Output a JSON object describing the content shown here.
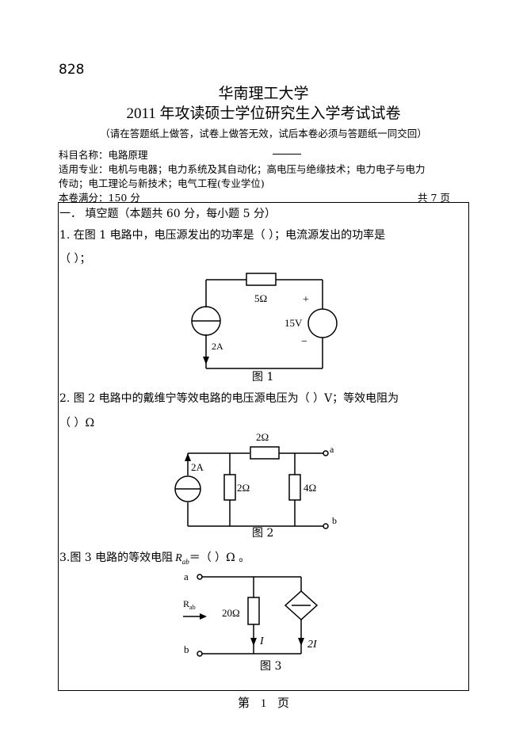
{
  "header": {
    "code": "828",
    "university": "华南理工大学",
    "exam_title": "2011 年攻读硕士学位研究生入学考试试卷",
    "instructions": "（请在答题纸上做答，试卷上做答无效，试后本卷必须与答题纸一同交回）"
  },
  "meta": {
    "subject": "科目名称：电路原理",
    "majors_line1": "适用专业：电机与电器；电力系统及其自动化；高电压与绝缘技术；电力电子与电力",
    "majors_line2": "传动；电工理论与新技术；电气工程(专业学位)",
    "full_score": "本卷满分：150 分",
    "total_pages": "共 7 页"
  },
  "section": {
    "title": "一．  填空题（本题共 60 分，每小题 5 分）"
  },
  "questions": {
    "q1_line1": "1.  在图  1  电路中，电压源发出的功率是（          ）；电流源发出的功率是",
    "q1_line2": "（          ）；",
    "q2_line1": "2. 图 2 电路中的戴维宁等效电路的电压源电压为（          ）V；等效电阻为",
    "q2_line2": "（       ）Ω",
    "q3_pre": "3.图 3 电路的等效电阻",
    "q3_var": "R",
    "q3_sub": "ab",
    "q3_post": "＝（          ）Ω 。"
  },
  "figure1": {
    "resistor": "5Ω",
    "voltage": "15V",
    "plus": "+",
    "minus": "−",
    "current": "2A",
    "caption": "图 1"
  },
  "figure2": {
    "r_top": "2Ω",
    "r_mid": "2Ω",
    "r_right": "4Ω",
    "source": "2A",
    "node_a": "a",
    "node_b": "b",
    "caption": "图 2"
  },
  "figure3": {
    "node_a": "a",
    "node_b": "b",
    "rab_label": "R",
    "rab_sub": "ab",
    "resistor": "20Ω",
    "current": "I",
    "dep_current": "2I",
    "caption": "图 3"
  },
  "footer": {
    "page": "第 1 页"
  }
}
